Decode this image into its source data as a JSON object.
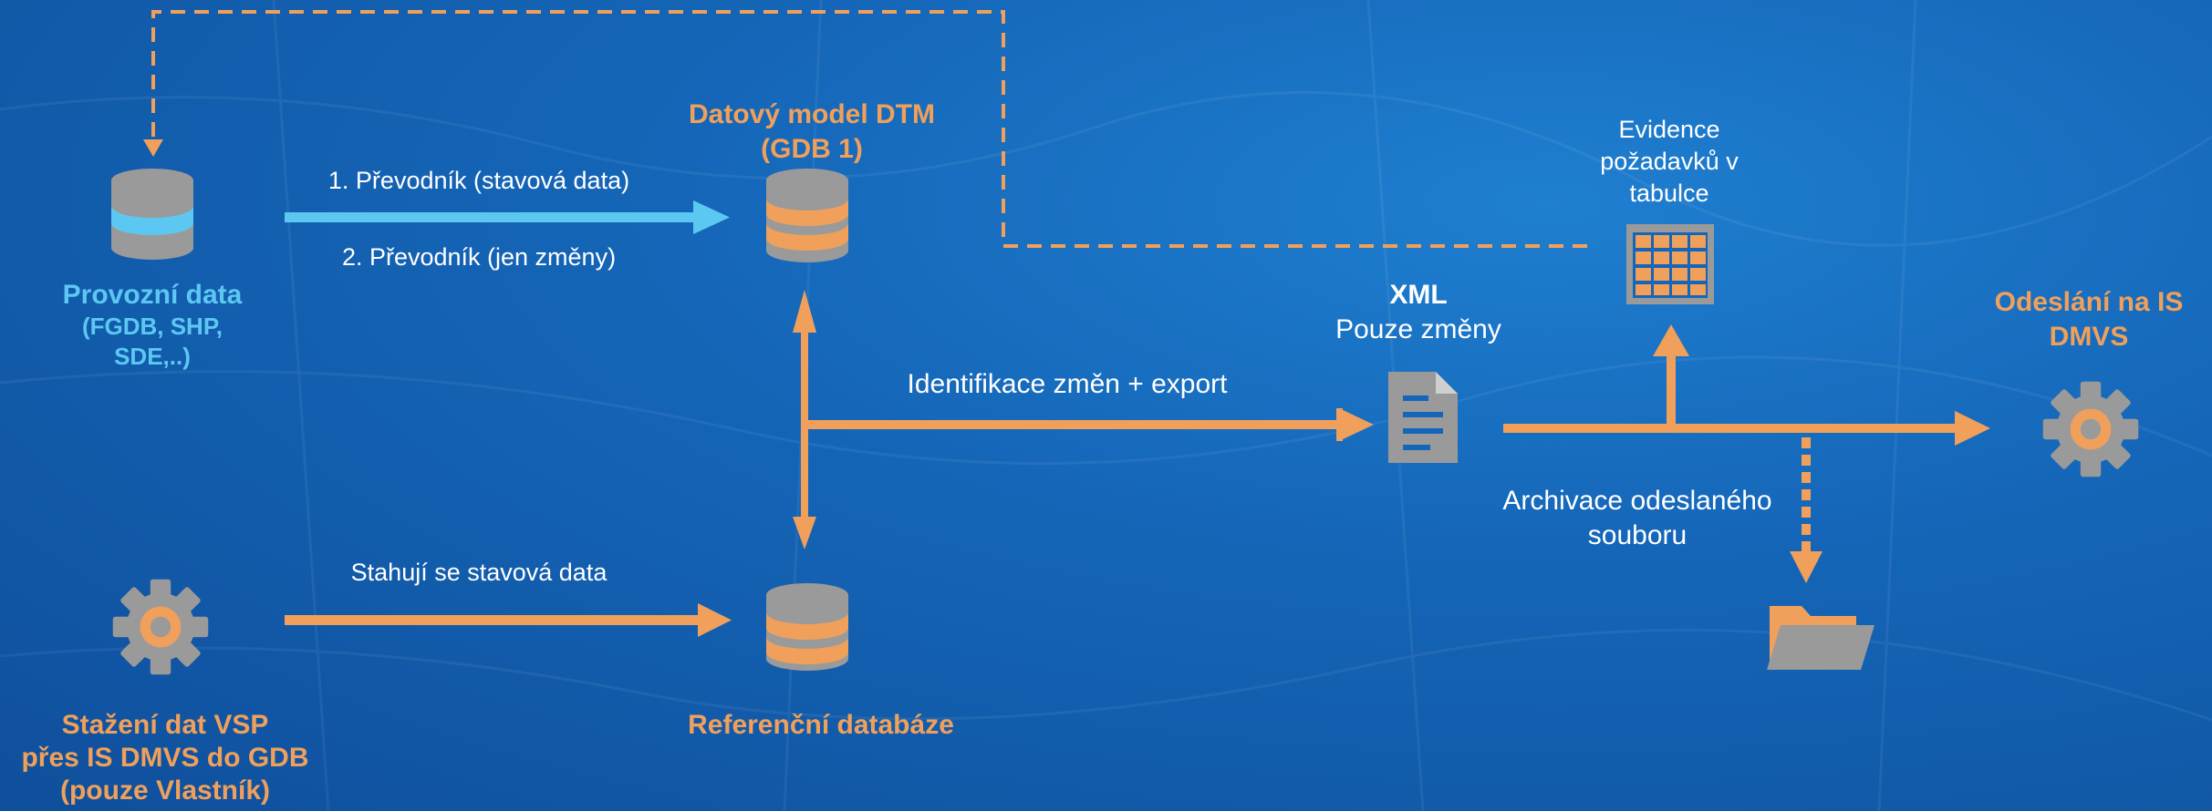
{
  "colors": {
    "background": "#1566b8",
    "accent_orange": "#f0a05a",
    "accent_cyan": "#5cc8f2",
    "icon_grey": "#9a9a9a",
    "text_white": "#ffffff"
  },
  "nodes": {
    "provozni_data": {
      "title": "Provozní data",
      "line2": "(FGDB, SHP,",
      "line3": "SDE,..)",
      "icon": "database-icon"
    },
    "datovy_model": {
      "line1": "Datový model DTM",
      "line2": "(GDB 1)",
      "icon": "database-icon"
    },
    "referencni_databaze": {
      "title": "Referenční databáze",
      "icon": "database-icon"
    },
    "stazeni_dat": {
      "line1": "Stažení dat VSP",
      "line2": "přes IS DMVS do GDB",
      "line3": "(pouze Vlastník)",
      "icon": "gear-icon"
    },
    "xml": {
      "title": "XML",
      "subtitle": "Pouze změny",
      "icon": "document-icon"
    },
    "evidence": {
      "line1": "Evidence",
      "line2": "požadavků v",
      "line3": "tabulce",
      "icon": "table-icon"
    },
    "odeslani": {
      "line1": "Odeslání na IS",
      "line2": "DMVS",
      "icon": "gear-icon"
    },
    "archivace": {
      "line1": "Archivace odeslaného",
      "line2": "souboru",
      "icon": "folder-icon"
    }
  },
  "edges": {
    "prevodnik_1": "1. Převodník (stavová data)",
    "prevodnik_2": "2. Převodník (jen změny)",
    "stahuji": "Stahují se stavová data",
    "identifikace": "Identifikace změn + export"
  }
}
